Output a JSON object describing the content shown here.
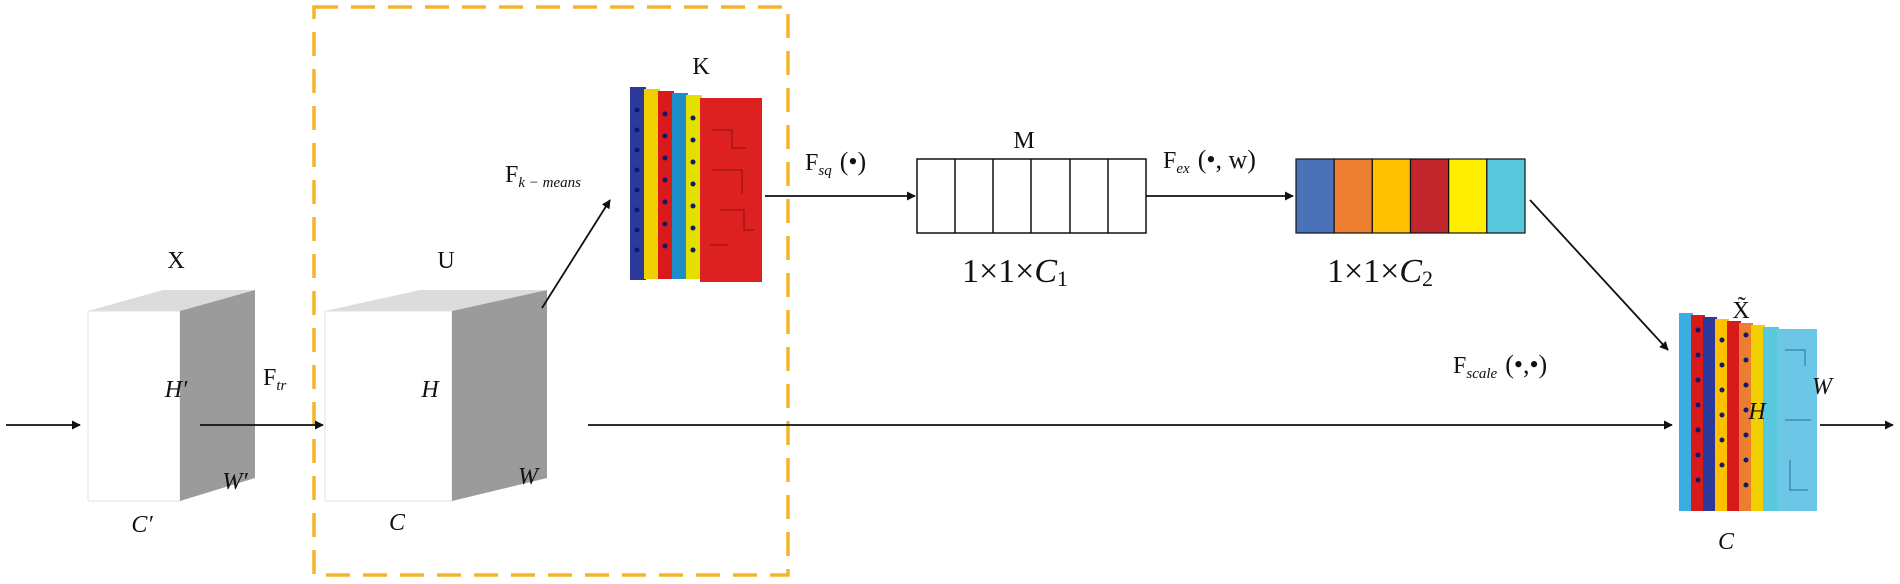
{
  "tensor_x": {
    "name": "X",
    "height": "H′",
    "width": "W′",
    "channels": "C′"
  },
  "tensor_u": {
    "name": "U",
    "height": "H",
    "width": "W",
    "channels": "C"
  },
  "tensor_k": {
    "name": "K"
  },
  "vector_m": {
    "name": "M",
    "size_prefix": "1×1×",
    "size_var": "C",
    "size_sub": "1",
    "cells": 6
  },
  "vector_c2": {
    "size_prefix": "1×1×",
    "size_var": "C",
    "size_sub": "2",
    "colors": [
      "#4a72b8",
      "#ed7d31",
      "#ffc000",
      "#c0262c",
      "#ffee00",
      "#5ac8dc"
    ]
  },
  "tensor_out": {
    "name": "X̃",
    "height": "H",
    "width": "W",
    "channels": "C"
  },
  "ops": {
    "tr": {
      "main": "F",
      "sub": "tr"
    },
    "kmeans": {
      "main": "F",
      "sub": "k − means"
    },
    "sq": {
      "main": "F",
      "sub": "sq",
      "args": "(•)"
    },
    "ex": {
      "main": "F",
      "sub": "ex",
      "args": "(•, w)"
    },
    "scale": {
      "main": "F",
      "sub": "scale",
      "args": "(•,•)"
    }
  },
  "colors": {
    "highlight_box": "#f5b52a",
    "cube_front": "#ffffff",
    "cube_side": "#9b9b9b",
    "cube_top": "#dcdcdc",
    "arrow": "#111111"
  }
}
